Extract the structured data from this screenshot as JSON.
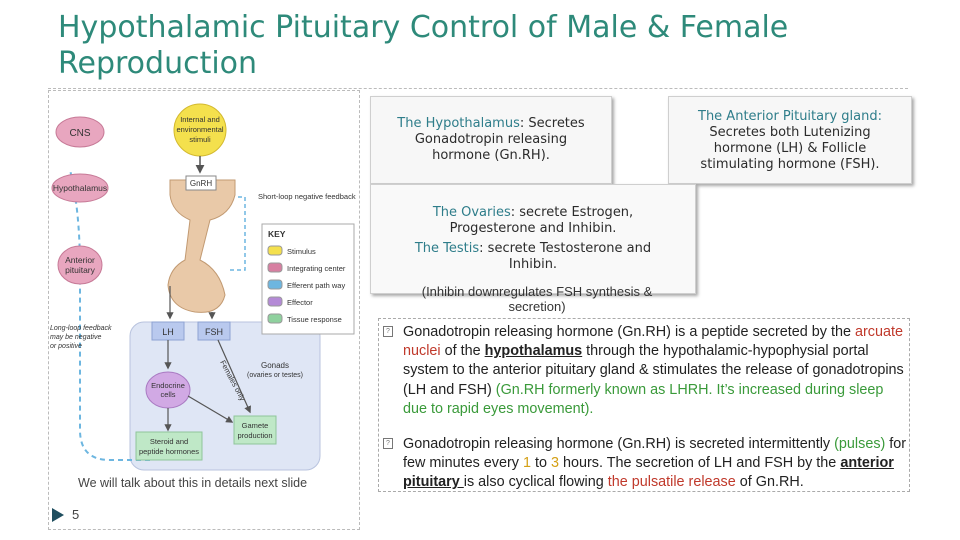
{
  "slide": {
    "title": "Hypothalamic Pituitary Control of Male & Female Reproduction",
    "number": "5",
    "footer_note": "We will talk about this in details next slide"
  },
  "diagram": {
    "labels": {
      "cns": "CNS",
      "hypothalamus": "Hypothalamus",
      "anterior": "Anterior",
      "pituitary": "pituitary",
      "internal_1": "Internal and",
      "internal_2": "environmental",
      "internal_3": "stimuli",
      "gnrh": "GnRH",
      "short_loop": "Short-loop negative feedback",
      "lh": "LH",
      "fsh": "FSH",
      "long_loop_1": "Long-loop feedback",
      "long_loop_2": "may be negative",
      "long_loop_3": "or positive",
      "gonads_1": "Gonads",
      "gonads_2": "(ovaries or testes)",
      "females_only": "Females only",
      "endocrine_1": "Endocrine",
      "endocrine_2": "cells",
      "gamete_1": "Gamete",
      "gamete_2": "production",
      "steroid_1": "Steroid and",
      "steroid_2": "peptide hormones"
    },
    "key": {
      "title": "KEY",
      "items": [
        "Stimulus",
        "Integrating center",
        "Efferent path way",
        "Effector",
        "Tissue response"
      ],
      "colors": [
        "#f4e04d",
        "#d77fa1",
        "#6db6e0",
        "#b48ad6",
        "#8fd19e"
      ]
    }
  },
  "boxes": {
    "hypo": {
      "label": "The Hypothalamus",
      "text_1": ": Secretes",
      "text_2": "Gonadotropin releasing",
      "text_3": "hormone (Gn.RH)."
    },
    "pituitary": {
      "label": "The Anterior Pituitary gland:",
      "text_1": "Secretes both Lutenizing",
      "text_2": "hormone (LH) & Follicle",
      "text_3": "stimulating hormone (FSH)."
    },
    "ovaries": {
      "ovaries_label": "The Ovaries",
      "ovaries_text_1": ": secrete Estrogen,",
      "ovaries_text_2": "Progesterone and Inhibin.",
      "testis_label": "The Testis",
      "testis_text_1": ": secrete Testosterone and",
      "testis_text_2": "Inhibin."
    }
  },
  "inhibin_note": "(Inhibin downregulates FSH synthesis & secretion)",
  "bullets": {
    "b1": {
      "t1": "Gonadotropin releasing hormone (Gn.RH) is a peptide secreted by the ",
      "t2": "arcuate nuclei",
      "t3": " of the ",
      "t4": "hypothalamus",
      "t5": " through the hypothalamic-hypophysial portal system to the anterior pituitary gland & stimulates the release of gonadotropins (LH and FSH) ",
      "t6": "(Gn.RH formerly known as LHRH. It’s increased during sleep due to rapid eyes movement)."
    },
    "b2": {
      "t1": "Gonadotropin releasing hormone (Gn.RH) is secreted intermittently ",
      "t2": "(pulses)",
      "t3": " for few minutes every ",
      "t4": "1",
      "t5": " to ",
      "t6": "3",
      "t7": " hours.  The secretion of LH and FSH by the ",
      "t8": "anterior pituitary ",
      "t9": "is also cyclical flowing ",
      "t10": "the pulsatile release",
      "t11": " of Gn.RH."
    }
  }
}
